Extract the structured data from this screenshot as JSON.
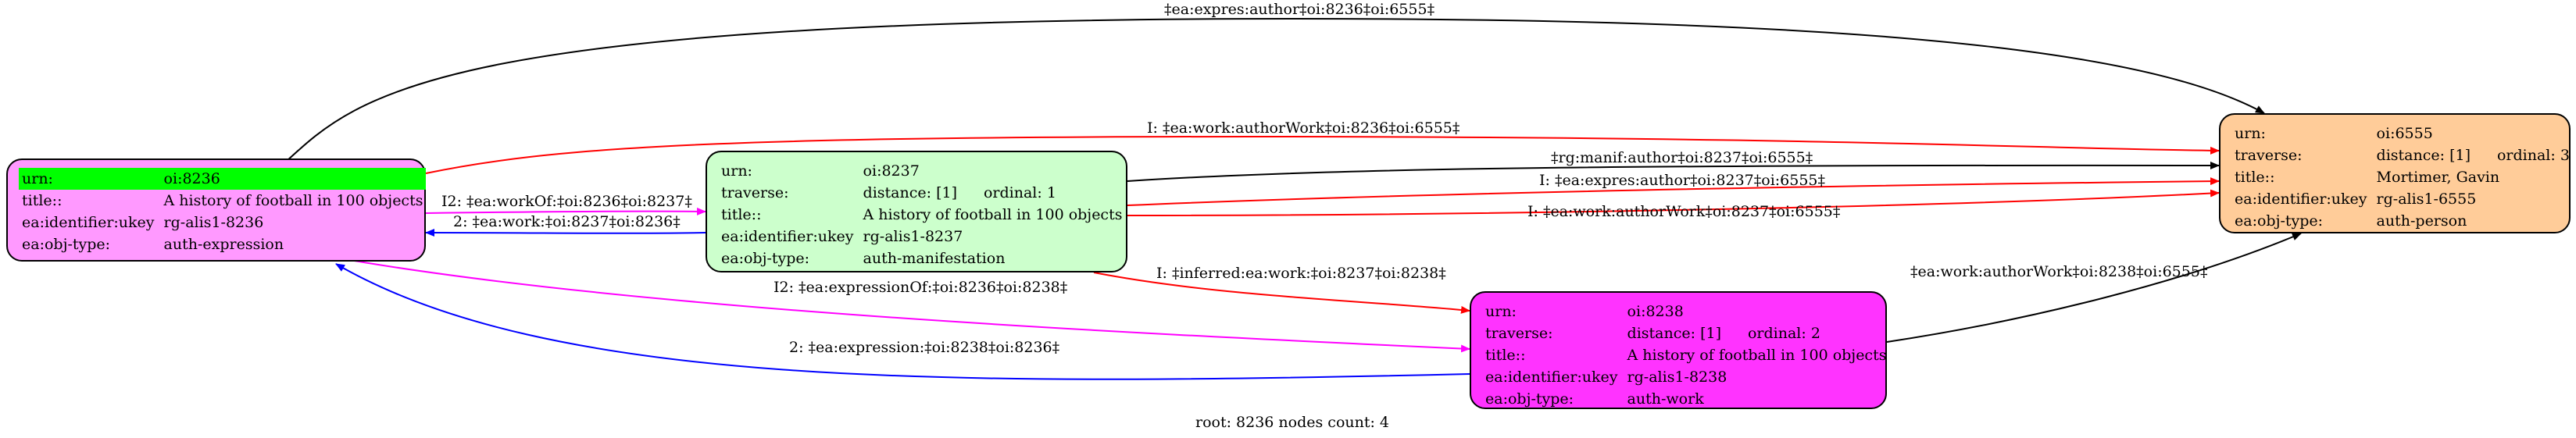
{
  "nodes": {
    "n8236": {
      "fill": "#ff99ff",
      "rows": [
        {
          "k": "urn:",
          "v": "oi:8236"
        },
        {
          "k": "title::",
          "v": "A history of football in 100 objects"
        },
        {
          "k": "ea:identifier:ukey",
          "v": "rg-alis1-8236"
        },
        {
          "k": "ea:obj-type:",
          "v": "auth-expression"
        }
      ]
    },
    "n8237": {
      "fill": "#ccffcc",
      "rows": [
        {
          "k": "urn:",
          "v": "oi:8237"
        },
        {
          "k": "traverse:",
          "v": "distance: [1]",
          "v2": "ordinal: 1"
        },
        {
          "k": "title::",
          "v": "A history of football in 100 objects"
        },
        {
          "k": "ea:identifier:ukey",
          "v": "rg-alis1-8237"
        },
        {
          "k": "ea:obj-type:",
          "v": "auth-manifestation"
        }
      ]
    },
    "n8238": {
      "fill": "#ff33ff",
      "rows": [
        {
          "k": "urn:",
          "v": "oi:8238"
        },
        {
          "k": "traverse:",
          "v": "distance: [1]",
          "v2": "ordinal: 2"
        },
        {
          "k": "title::",
          "v": "A history of football in 100 objects"
        },
        {
          "k": "ea:identifier:ukey",
          "v": "rg-alis1-8238"
        },
        {
          "k": "ea:obj-type:",
          "v": "auth-work"
        }
      ]
    },
    "n6555": {
      "fill": "#ffcc99",
      "rows": [
        {
          "k": "urn:",
          "v": "oi:6555"
        },
        {
          "k": "traverse:",
          "v": "distance: [1]",
          "v2": "ordinal: 3"
        },
        {
          "k": "title::",
          "v": "Mortimer, Gavin"
        },
        {
          "k": "ea:identifier:ukey",
          "v": "rg-alis1-6555"
        },
        {
          "k": "ea:obj-type:",
          "v": "auth-person"
        }
      ]
    }
  },
  "edges": {
    "e1": {
      "label": "‡ea:expres:author‡oi:8236‡oi:6555‡",
      "color": "#000000"
    },
    "e2": {
      "label": "I: ‡ea:work:authorWork‡oi:8236‡oi:6555‡",
      "color": "#ff0000"
    },
    "e3": {
      "label": "I2: ‡ea:workOf:‡oi:8236‡oi:8237‡",
      "color": "#ff00ff"
    },
    "e4": {
      "label": "2: ‡ea:work:‡oi:8237‡oi:8236‡",
      "color": "#0000ff"
    },
    "e5": {
      "label": "‡rg:manif:author‡oi:8237‡oi:6555‡",
      "color": "#000000"
    },
    "e6": {
      "label": "I: ‡ea:expres:author‡oi:8237‡oi:6555‡",
      "color": "#ff0000"
    },
    "e7": {
      "label": "I: ‡ea:work:authorWork‡oi:8237‡oi:6555‡",
      "color": "#ff0000"
    },
    "e8": {
      "label": "I: ‡inferred:ea:work:‡oi:8237‡oi:8238‡",
      "color": "#ff0000"
    },
    "e9": {
      "label": "I2: ‡ea:expressionOf:‡oi:8236‡oi:8238‡",
      "color": "#ff00ff"
    },
    "e10": {
      "label": "2: ‡ea:expression:‡oi:8238‡oi:8236‡",
      "color": "#0000ff"
    },
    "e11": {
      "label": "‡ea:work:authorWork‡oi:8238‡oi:6555‡",
      "color": "#000000"
    }
  },
  "footer": "root: 8236 nodes count: 4"
}
